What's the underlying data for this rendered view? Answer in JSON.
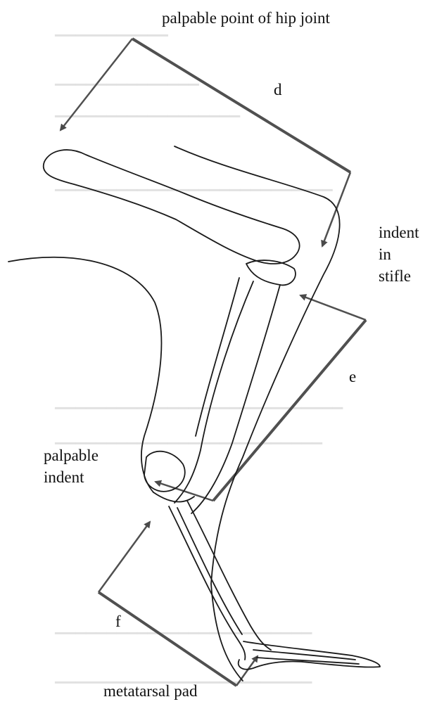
{
  "labels": {
    "hip": "palpable point of hip joint",
    "d": "d",
    "indent_stifle": [
      "indent",
      "in",
      "stifle"
    ],
    "e": "e",
    "palpable_indent": [
      "palpable",
      "indent"
    ],
    "f": "f",
    "metatarsal": "metatarsal pad"
  },
  "colors": {
    "measure_line": "#505050",
    "arrow": "#4a4a4a",
    "outline": "#1a1a1a",
    "label": "#111111",
    "background": "#ffffff"
  },
  "icons": {
    "arrow_head": "triangle-arrowhead"
  }
}
